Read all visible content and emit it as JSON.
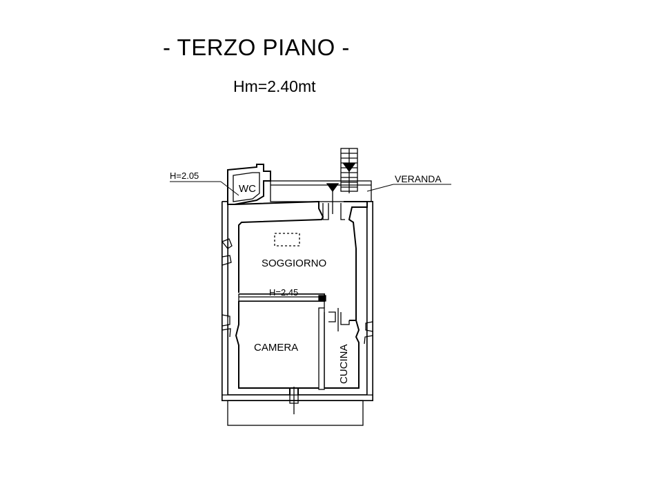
{
  "header": {
    "title": "- TERZO PIANO -",
    "subtitle": "Hm=2.40mt"
  },
  "plan": {
    "labels": {
      "wc_height": "H=2.05",
      "wc": "WC",
      "veranda": "VERANDA",
      "soggiorno": "SOGGIORNO",
      "soggiorno_height": "H=2.45",
      "camera": "CAMERA",
      "cucina": "CUCINA"
    }
  }
}
